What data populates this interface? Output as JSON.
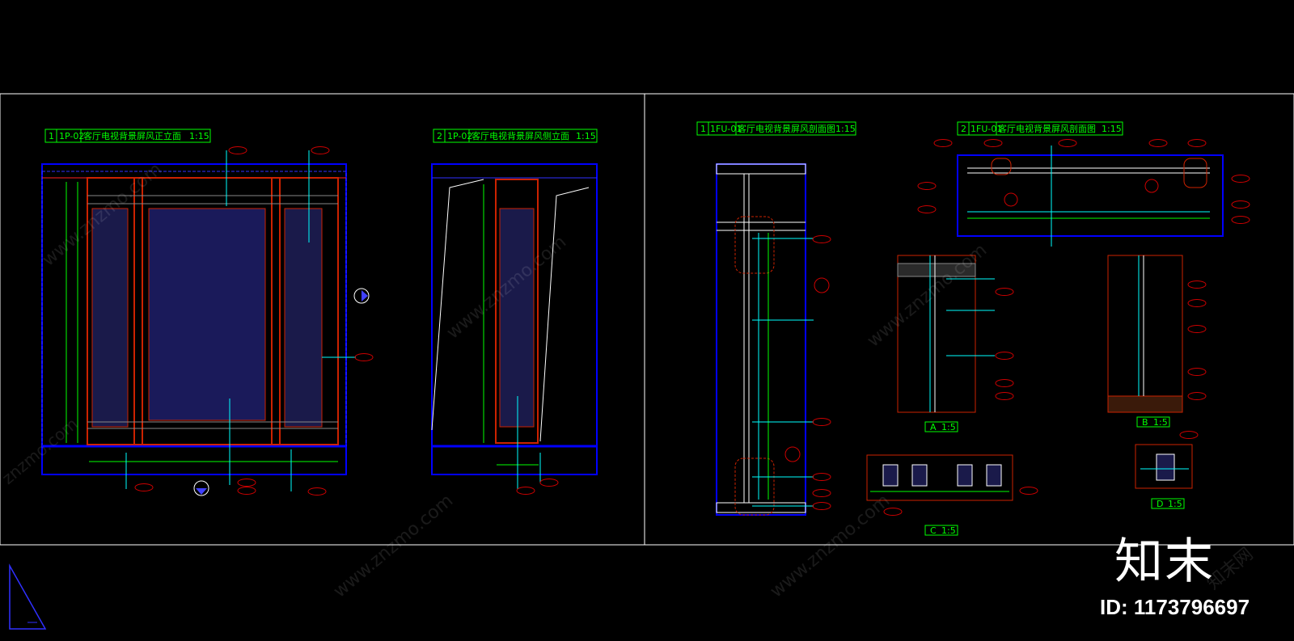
{
  "drawing_titles": [
    {
      "num": "1",
      "code": "1P-02",
      "name": "客厅电视背景屏风正立面",
      "scale": "1:15"
    },
    {
      "num": "2",
      "code": "1P-02",
      "name": "客厅电视背景屏风侧立面",
      "scale": "1:15"
    },
    {
      "num": "1",
      "code": "1FU-01",
      "name": "客厅电视背景屏风剖面图",
      "scale": "1:15"
    },
    {
      "num": "2",
      "code": "1FU-01",
      "name": "客厅电视背景屏风剖面图",
      "scale": "1:15"
    }
  ],
  "detail_tags": {
    "a": "A",
    "a_scale": "1:5",
    "b": "B",
    "b_scale": "1:5",
    "c": "C",
    "c_scale": "1:5",
    "d": "D",
    "d_scale": "1:5"
  },
  "watermark": {
    "site": "www.znzmo.com",
    "cn": "知末网",
    "domain": "znzmo.com"
  },
  "logo_text": "知末",
  "id_text": "ID: 1173796697",
  "colors": {
    "frame": "#ffffff",
    "blue": "#0000ff",
    "red": "#cc2200",
    "cyan": "#00ffff",
    "green": "#00ff00",
    "bubble": "#cc0000"
  }
}
